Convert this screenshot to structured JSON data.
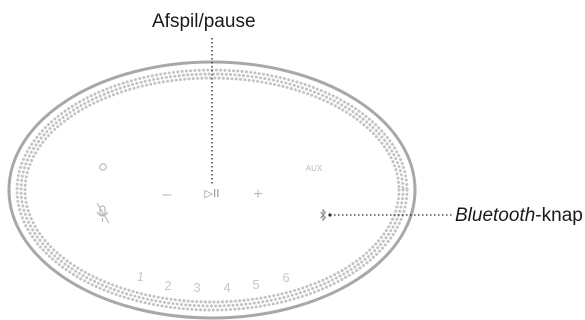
{
  "callouts": {
    "play_pause": "Afspil/pause",
    "bluetooth_italic": "Bluetooth",
    "bluetooth_suffix": "-knap"
  },
  "panel": {
    "aux_label": "AUX",
    "minus_symbol": "–",
    "plus_symbol": "+",
    "play_pause_symbol": "▷II",
    "bluetooth_symbol": "∦",
    "presets": [
      "1",
      "2",
      "3",
      "4",
      "5",
      "6"
    ]
  },
  "icons": {
    "power": "power-icon",
    "mic_off": "mic-off-icon",
    "bluetooth": "bluetooth-icon"
  },
  "colors": {
    "rim": "#a8a8a8",
    "dots": "#c4c4c4",
    "button_gray": "#b8b8b8",
    "leader": "#2a2a2a",
    "text": "#1a1a1a"
  }
}
